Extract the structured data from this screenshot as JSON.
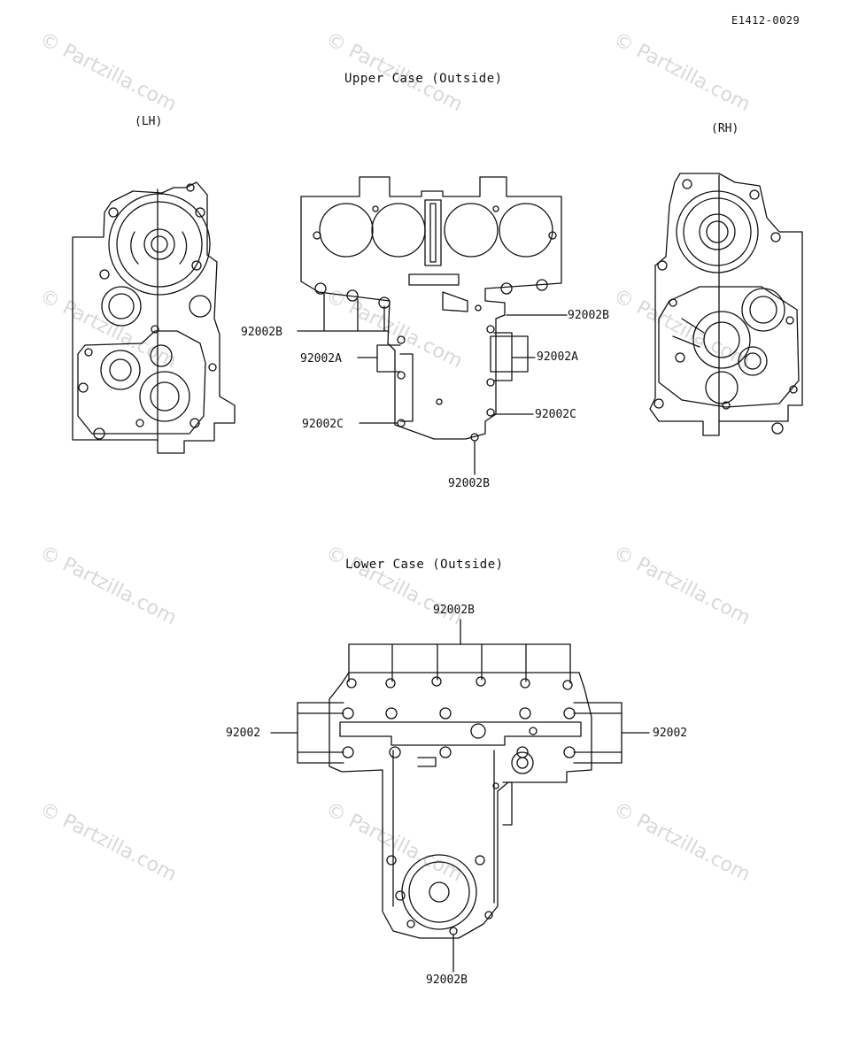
{
  "doc_code": "E1412-0029",
  "watermark_text": "© Partzilla.com",
  "upper_case": {
    "title": "Upper Case (Outside)",
    "lh_label": "(LH)",
    "rh_label": "(RH)",
    "callouts": {
      "top_right_b": "92002B",
      "left_b": "92002B",
      "left_a": "92002A",
      "right_a": "92002A",
      "left_c": "92002C",
      "right_c": "92002C",
      "bottom_b": "92002B"
    }
  },
  "lower_case": {
    "title": "Lower Case (Outside)",
    "callouts": {
      "top_b": "92002B",
      "left": "92002",
      "right": "92002",
      "bottom_b": "92002B"
    }
  },
  "colors": {
    "ink": "#111111",
    "watermark": "#d8d8d8",
    "background": "#ffffff"
  }
}
